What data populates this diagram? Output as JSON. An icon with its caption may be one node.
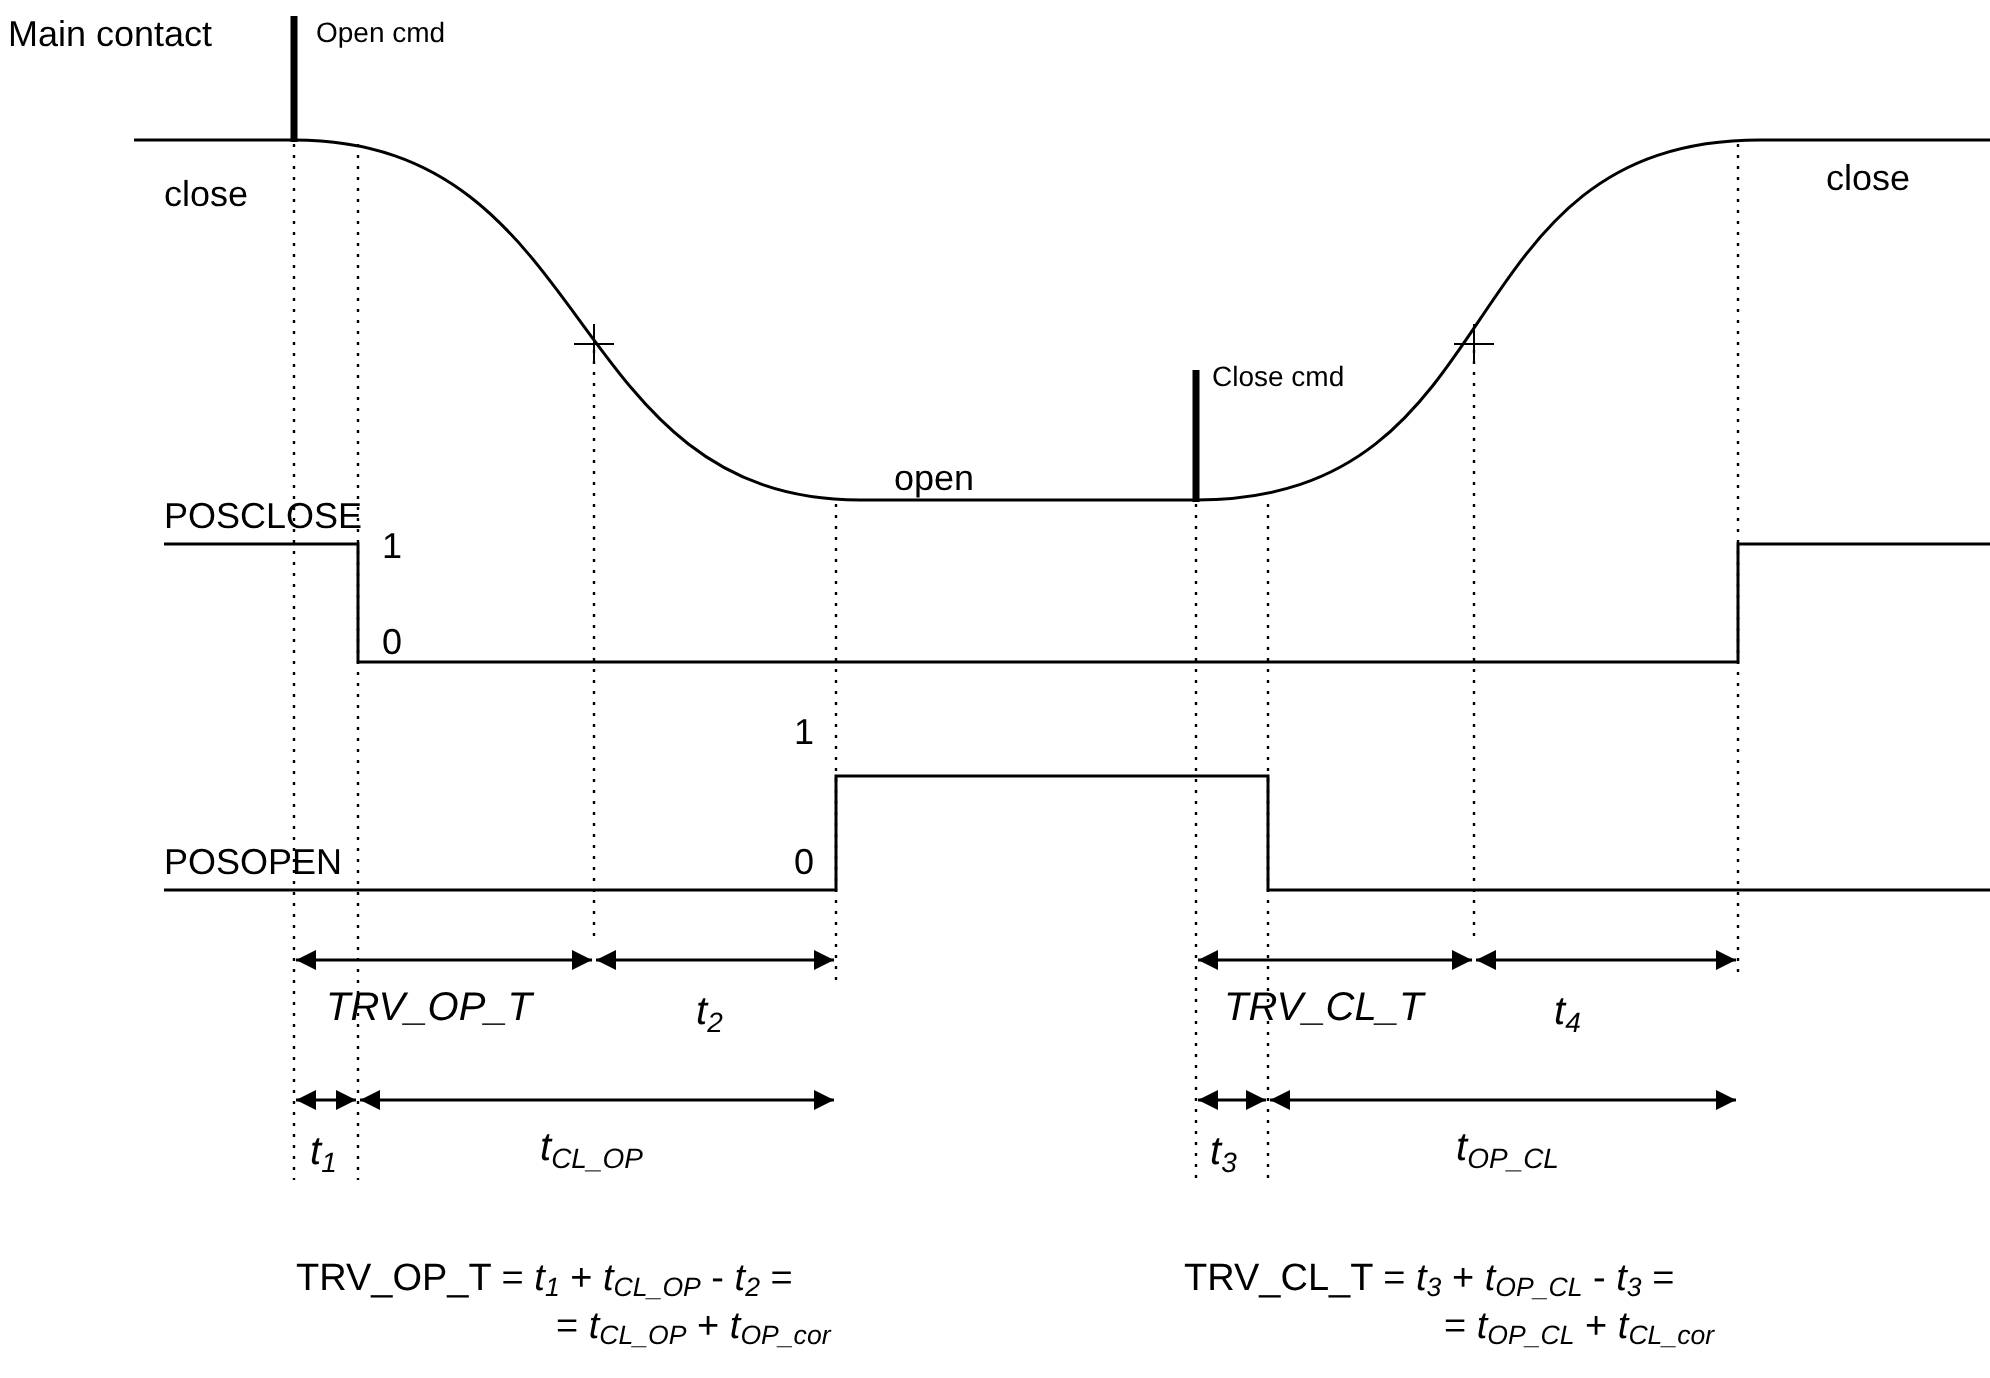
{
  "diagram": {
    "labels": [
      "Main contact",
      "Open cmd",
      "close",
      "close",
      "Close cmd",
      "open",
      "POSCLOSE",
      "1",
      "0",
      "1",
      "POSOPEN",
      "0",
      "TRV_OP_T",
      "t$_{2}$",
      "TRV_CL_T",
      "t$_{4}$",
      "t$_{1}$",
      "t$_{CL_OP}$",
      "t$_{3}$",
      "t$_{OP_CL}$",
      "TRV_OP_T = *t*$_{1}$ + *t*$_{CL_OP}$ - *t*$_{2}$ =",
      "= *t*$_{CL_OP}$ + *t*$_{OP_cor}$",
      "TRV_CL_T = *t*$_{3}$ + *t*$_{OP_CL}$ - *t*$_{3}$ =",
      "= *t*$_{OP_CL}$ + *t*$_{CL_cor}$"
    ]
  }
}
